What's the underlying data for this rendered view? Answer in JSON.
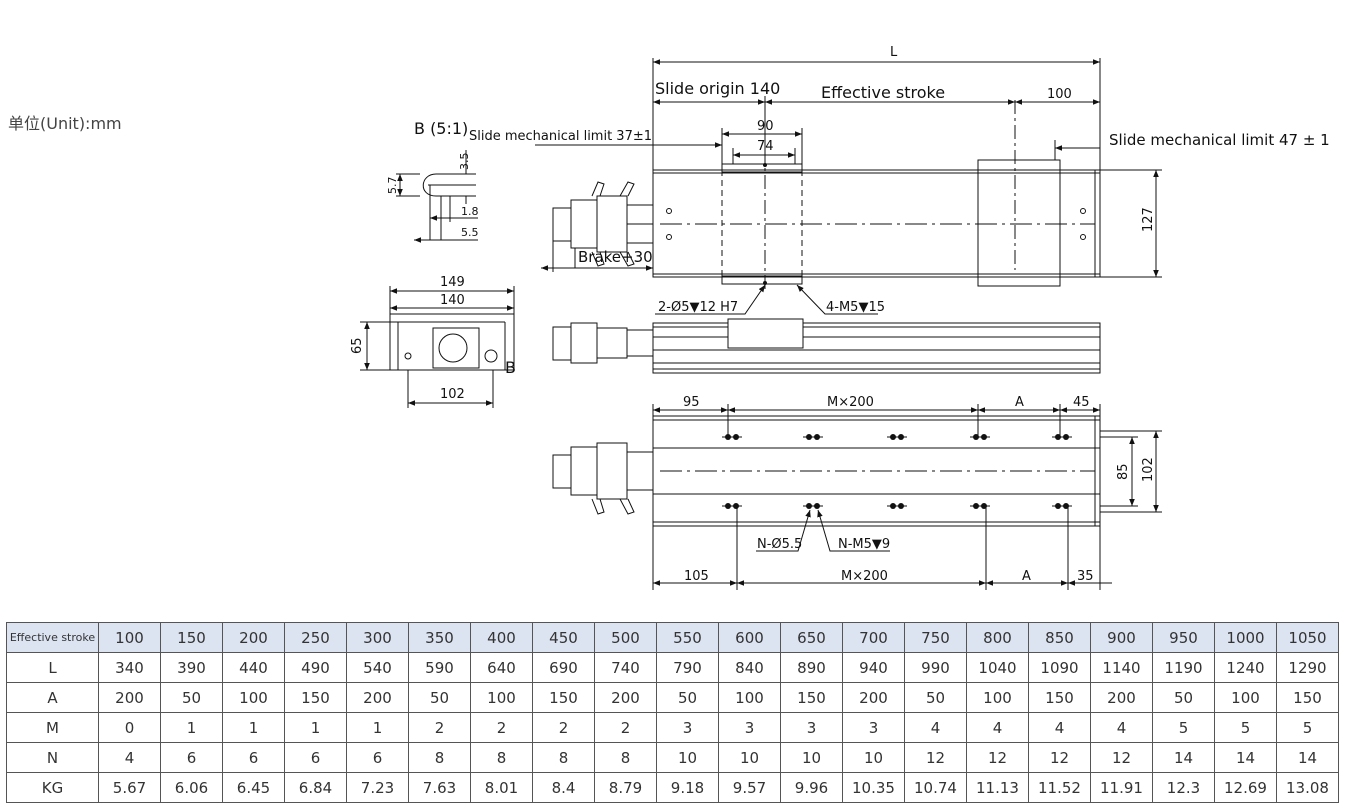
{
  "unit_label": "单位(Unit):mm",
  "drawing": {
    "detail_b_title": "B (5:1)",
    "detail_b_marker": "B",
    "dims": {
      "L": "L",
      "slide_origin": "Slide origin 140",
      "effective_stroke": "Effective stroke",
      "end_100": "100",
      "mech_limit_left": "Slide mechanical limit 37±1",
      "mech_limit_right": "Slide mechanical limit 47 ± 1",
      "slider_90": "90",
      "slider_74": "74",
      "height_127": "127",
      "brake": "Brake+30",
      "pin_hole": "2-Ø5▼12  H7",
      "tap_hole": "4-M5▼15",
      "d_3_5": "3.5",
      "d_5_7": "5.7",
      "d_1_8": "1.8",
      "d_5_5": "5.5",
      "d_149": "149",
      "d_140": "140",
      "d_65": "65",
      "d_102_end": "102",
      "top_95": "95",
      "top_m200": "M×200",
      "top_A": "A",
      "top_45": "45",
      "d_85": "85",
      "d_102_side": "102",
      "n_hole": "N-Ø5.5",
      "n_tap": "N-M5▼9",
      "bot_105": "105",
      "bot_m200": "M×200",
      "bot_A": "A",
      "bot_35": "35"
    }
  },
  "table": {
    "header_label": "Effective stroke",
    "strokes": [
      "100",
      "150",
      "200",
      "250",
      "300",
      "350",
      "400",
      "450",
      "500",
      "550",
      "600",
      "650",
      "700",
      "750",
      "800",
      "850",
      "900",
      "950",
      "1000",
      "1050"
    ],
    "rows": [
      {
        "label": "L",
        "values": [
          "340",
          "390",
          "440",
          "490",
          "540",
          "590",
          "640",
          "690",
          "740",
          "790",
          "840",
          "890",
          "940",
          "990",
          "1040",
          "1090",
          "1140",
          "1190",
          "1240",
          "1290"
        ]
      },
      {
        "label": "A",
        "values": [
          "200",
          "50",
          "100",
          "150",
          "200",
          "50",
          "100",
          "150",
          "200",
          "50",
          "100",
          "150",
          "200",
          "50",
          "100",
          "150",
          "200",
          "50",
          "100",
          "150"
        ]
      },
      {
        "label": "M",
        "values": [
          "0",
          "1",
          "1",
          "1",
          "1",
          "2",
          "2",
          "2",
          "2",
          "3",
          "3",
          "3",
          "3",
          "4",
          "4",
          "4",
          "4",
          "5",
          "5",
          "5"
        ]
      },
      {
        "label": "N",
        "values": [
          "4",
          "6",
          "6",
          "6",
          "6",
          "8",
          "8",
          "8",
          "8",
          "10",
          "10",
          "10",
          "10",
          "12",
          "12",
          "12",
          "12",
          "14",
          "14",
          "14"
        ]
      },
      {
        "label": "KG",
        "values": [
          "5.67",
          "6.06",
          "6.45",
          "6.84",
          "7.23",
          "7.63",
          "8.01",
          "8.4",
          "8.79",
          "9.18",
          "9.57",
          "9.96",
          "10.35",
          "10.74",
          "11.13",
          "11.52",
          "11.91",
          "12.3",
          "12.69",
          "13.08"
        ]
      }
    ]
  }
}
